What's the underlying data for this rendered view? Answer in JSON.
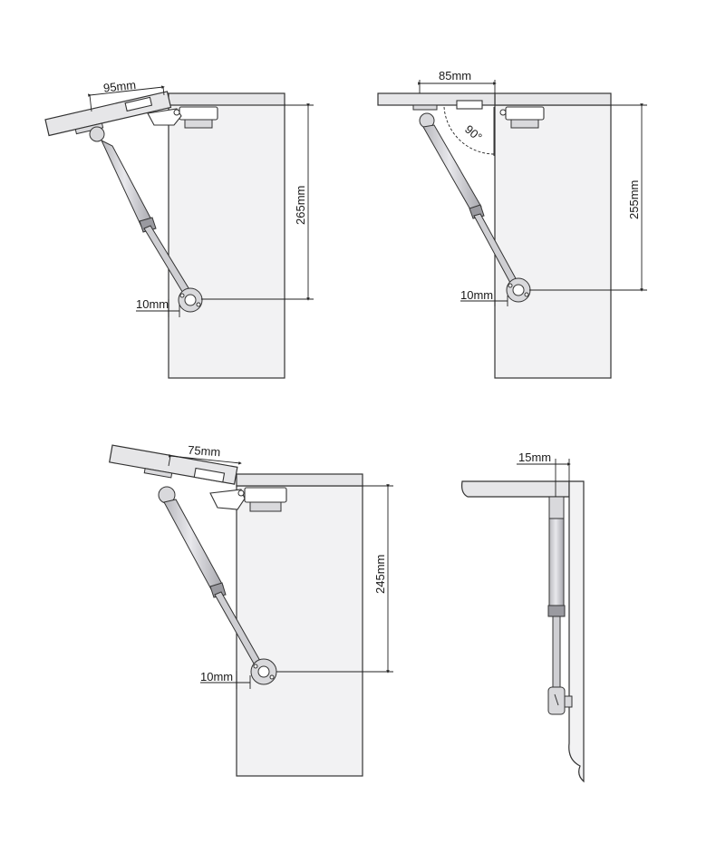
{
  "diagrams": [
    {
      "id": "a",
      "horizontal_label": "95mm",
      "vertical_label": "265mm",
      "offset_label": "10mm"
    },
    {
      "id": "b",
      "horizontal_label": "85mm",
      "vertical_label": "255mm",
      "offset_label": "10mm",
      "angle_label": "90°"
    },
    {
      "id": "c",
      "horizontal_label": "75mm",
      "vertical_label": "245mm",
      "offset_label": "10mm"
    },
    {
      "id": "d",
      "horizontal_label": "15mm"
    }
  ],
  "colors": {
    "panel": "#f2f2f3",
    "board": "#e6e6e8",
    "line": "#333333"
  }
}
